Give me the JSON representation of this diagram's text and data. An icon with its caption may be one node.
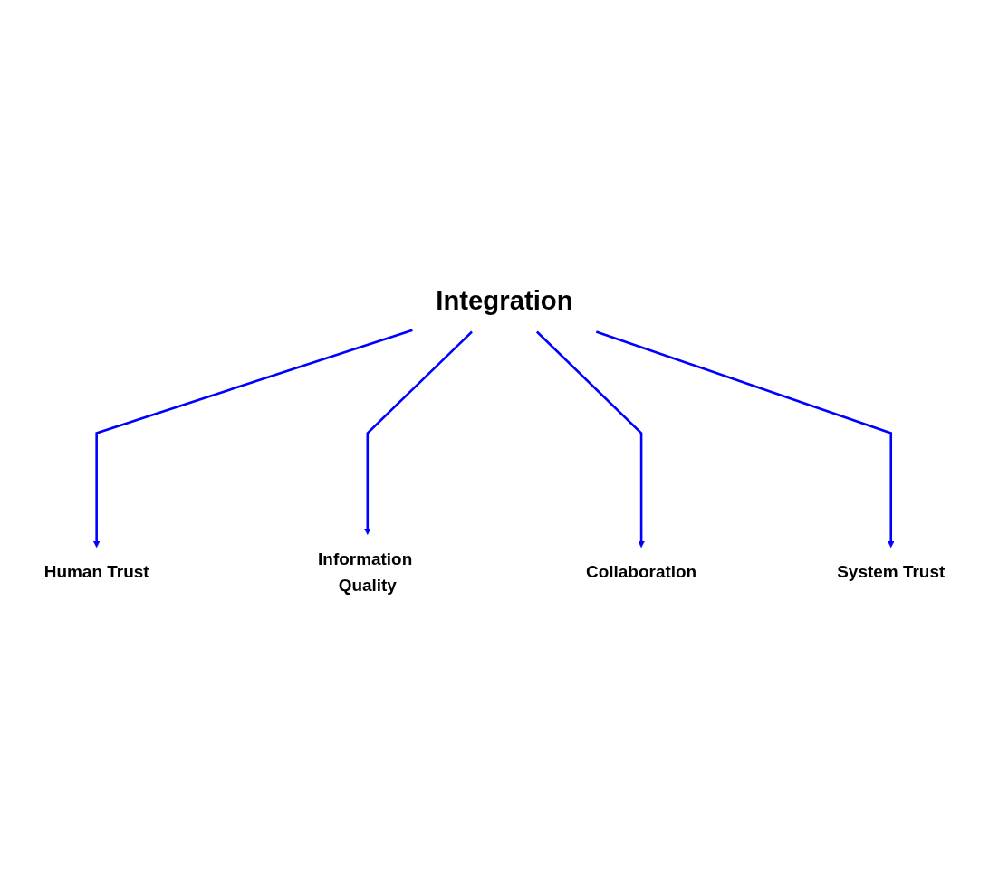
{
  "diagram": {
    "nodes": [
      {
        "text": [
          "Human Trust"
        ]
      },
      {
        "text": [
          "Information Quality"
        ]
      },
      {
        "text": [
          "Integration"
        ]
      },
      {
        "text": [
          "Collaboration"
        ]
      },
      {
        "text": [
          "System Trust"
        ]
      }
    ],
    "edges": [
      {
        "from": 2,
        "to": 0,
        "arrow": "to"
      },
      {
        "from": 2,
        "to": 1,
        "arrow": "to"
      },
      {
        "from": 2,
        "to": 3,
        "arrow": "to"
      },
      {
        "from": 2,
        "to": 4,
        "arrow": "to"
      }
    ]
  }
}
